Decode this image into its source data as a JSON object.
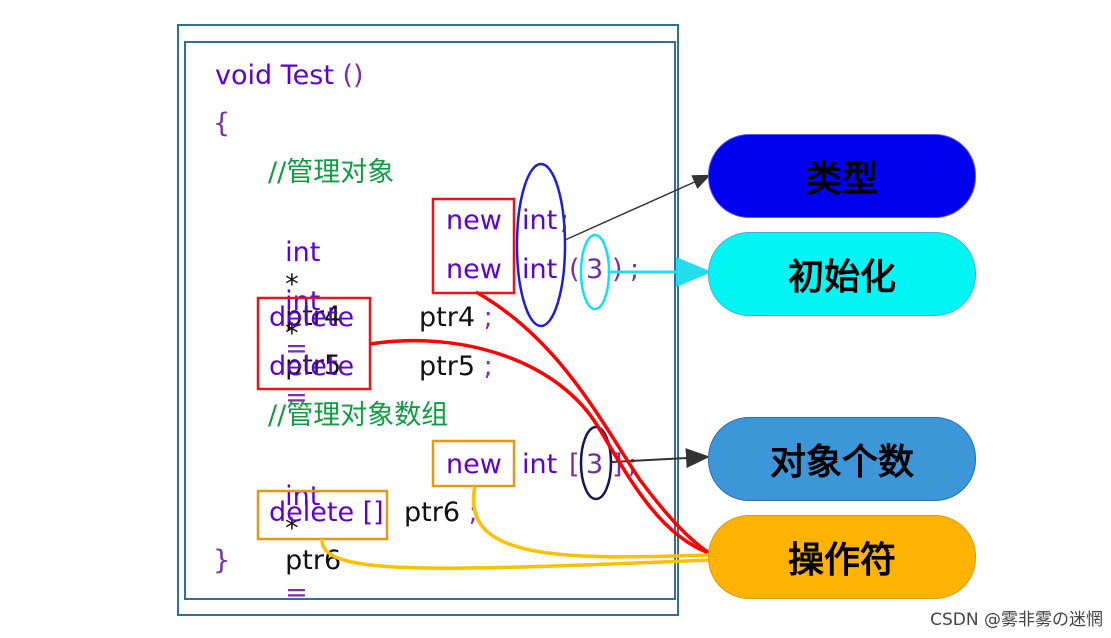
{
  "code": {
    "fn_void": "void",
    "fn_name": "Test",
    "fn_parens": "()",
    "open_brace": "{",
    "comment1": "//管理对象",
    "line4": {
      "type": "int",
      "star": "*",
      "var": "ptr4",
      "eq": "=",
      "op": "new",
      "ty2": "int",
      "end": ";"
    },
    "line5": {
      "type": "int",
      "star": "*",
      "var": "ptr5",
      "eq": "=",
      "op": "new",
      "ty2": "int",
      "lp": "(",
      "num": "3",
      "rp": ")",
      "end": ";"
    },
    "line6": {
      "op": "delete",
      "var": "ptr4",
      "end": ";"
    },
    "line7": {
      "op": "delete",
      "var": "ptr5",
      "end": ";"
    },
    "comment2": "//管理对象数组",
    "line9": {
      "type": "int",
      "star": "*",
      "var": "ptr6",
      "eq": "=",
      "op": "new",
      "ty2": "int",
      "lb": "[",
      "num": "3",
      "rb": "]",
      "end": ";"
    },
    "line10": {
      "op": "delete []",
      "var": "ptr6",
      "end": ";"
    },
    "close_brace": "}"
  },
  "labels": {
    "type": "类型",
    "init": "初始化",
    "count": "对象个数",
    "operator": "操作符"
  },
  "colors": {
    "label_type": "#0000ee",
    "label_init": "#00f5f5",
    "label_count": "#3d96d8",
    "label_operator": "#ffb300",
    "box_red": "#e8141c",
    "box_orange": "#e09a16",
    "oval_blue": "#1d1de0",
    "oval_cyan": "#14e0f0",
    "oval_navy": "#15155a",
    "curve_red": "#ff0000",
    "curve_yellow": "#ffc000",
    "arrow_cyan": "#22ddee",
    "arrow_dark": "#333333"
  },
  "watermark": "CSDN @雾非雾の迷惘"
}
